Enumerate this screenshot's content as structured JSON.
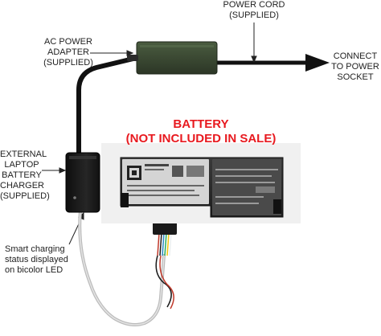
{
  "labels": {
    "ac_adapter": [
      "AC POWER",
      "ADAPTER",
      "(SUPPLIED)"
    ],
    "power_cord": [
      "POWER CORD",
      "(SUPPLIED)"
    ],
    "connect": [
      "CONNECT",
      "TO POWER",
      "SOCKET"
    ],
    "battery": [
      "BATTERY",
      "(NOT INCLUDED IN SALE)"
    ],
    "external_charger": [
      "EXTERNAL",
      "LAPTOP",
      "BATTERY",
      "CHARGER",
      "(SUPPLIED)"
    ],
    "smart_charging": [
      "Smart charging",
      "status displayed",
      "on bicolor LED"
    ]
  },
  "colors": {
    "accent_red": "#e8191f",
    "adapter_green": "#3a4a34",
    "charger_black": "#1a1a1a",
    "battery_dark": "#2a2a2a",
    "battery_label": "#d4d4d4"
  }
}
